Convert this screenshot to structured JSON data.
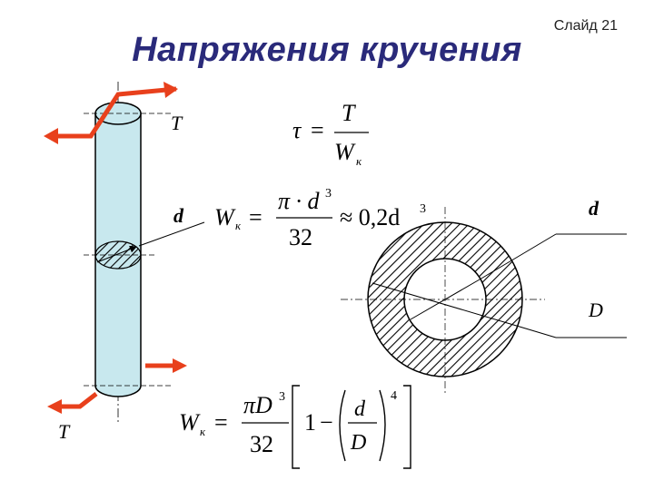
{
  "slide": {
    "number_label": "Слайд 21",
    "title": "Напряжения кручения"
  },
  "labels": {
    "torque_top": "T",
    "torque_bottom": "T",
    "shaft_diameter": "d",
    "ring_inner_diameter": "d",
    "ring_outer_diameter": "D"
  },
  "formula1": {
    "tau": "τ",
    "eq": "=",
    "num": "T",
    "den_main": "W",
    "den_sub": "к"
  },
  "formula2": {
    "lhs_main": "W",
    "lhs_sub": "к",
    "eq": "=",
    "num": "π · d",
    "num_exp": "3",
    "den": "32",
    "approx": "≈ 0,2d",
    "approx_exp": "3"
  },
  "formula3": {
    "lhs_main": "W",
    "lhs_sub": "к",
    "eq": "=",
    "num": "πD",
    "num_exp": "3",
    "den": "32",
    "one": "1",
    "minus": "−",
    "frac_num": "d",
    "frac_den": "D",
    "power": "4"
  },
  "colors": {
    "shaft_fill": "#c8e8ee",
    "arrow": "#e8401c",
    "hatch": "#000000",
    "title": "#2a2a7a"
  }
}
